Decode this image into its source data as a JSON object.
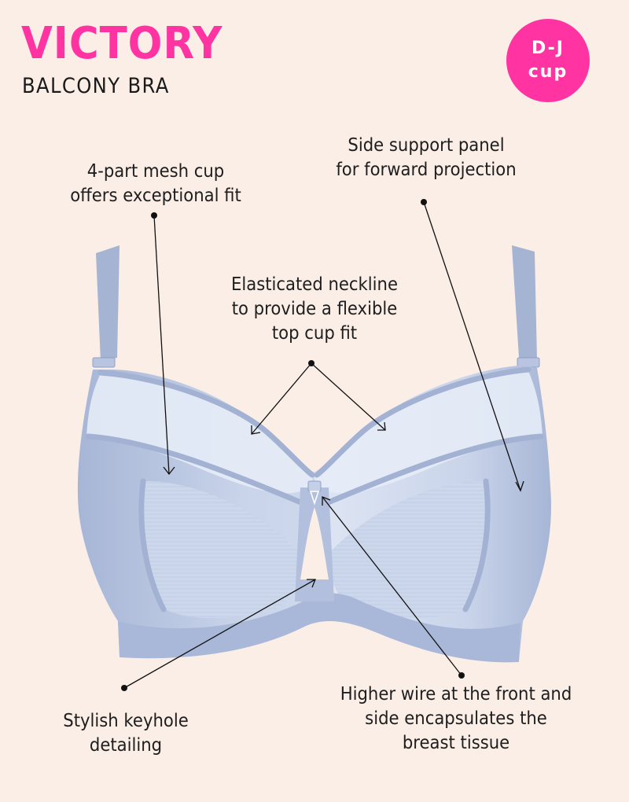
{
  "header": {
    "title": "VICTORY",
    "subtitle": "BALCONY BRA"
  },
  "badge": {
    "line1": "D-J",
    "line2": "cup",
    "color": "#ff33a1"
  },
  "colors": {
    "background": "#fbeee7",
    "accent": "#ff33a1",
    "garment": "#a9b8d8",
    "text": "#1e1e1e"
  },
  "callouts": {
    "mesh_cup": {
      "lines": [
        "4-part mesh cup",
        "offers exceptional fit"
      ]
    },
    "side_panel": {
      "lines": [
        "Side support panel",
        "for forward projection"
      ]
    },
    "neckline": {
      "lines": [
        "Elasticated neckline",
        "to provide a flexible",
        "top cup fit"
      ]
    },
    "keyhole": {
      "lines": [
        "Stylish keyhole",
        "detailing"
      ]
    },
    "wire": {
      "lines": [
        "Higher wire at the front and",
        "side encapsulates the",
        "breast tissue"
      ]
    }
  },
  "image": {
    "subject": "light blue balcony bra with mesh cups and keyhole centre gore"
  }
}
